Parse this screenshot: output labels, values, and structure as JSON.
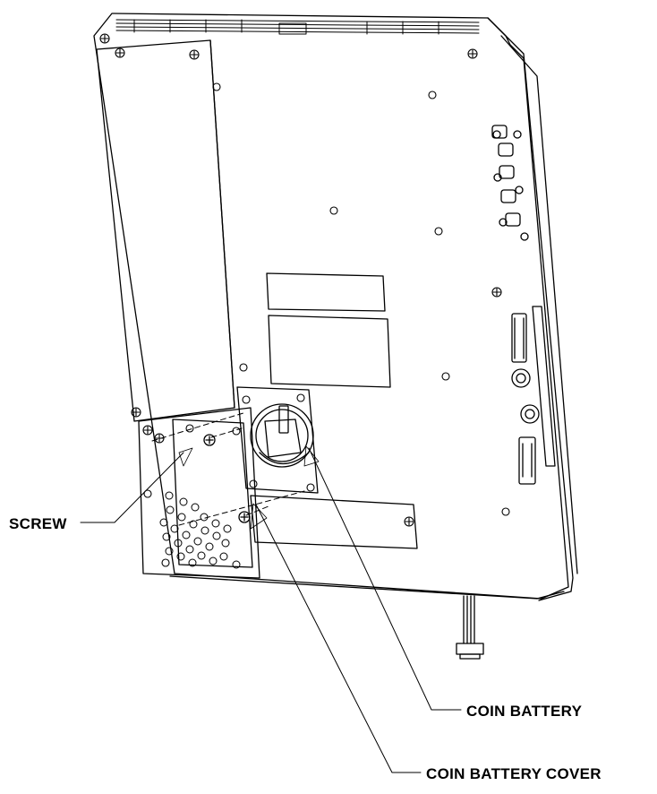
{
  "labels": {
    "screw": "SCREW",
    "coin_battery": "COIN BATTERY",
    "coin_battery_cover": "COIN BATTERY COVER"
  },
  "colors": {
    "line": "#000000",
    "background": "#ffffff"
  }
}
